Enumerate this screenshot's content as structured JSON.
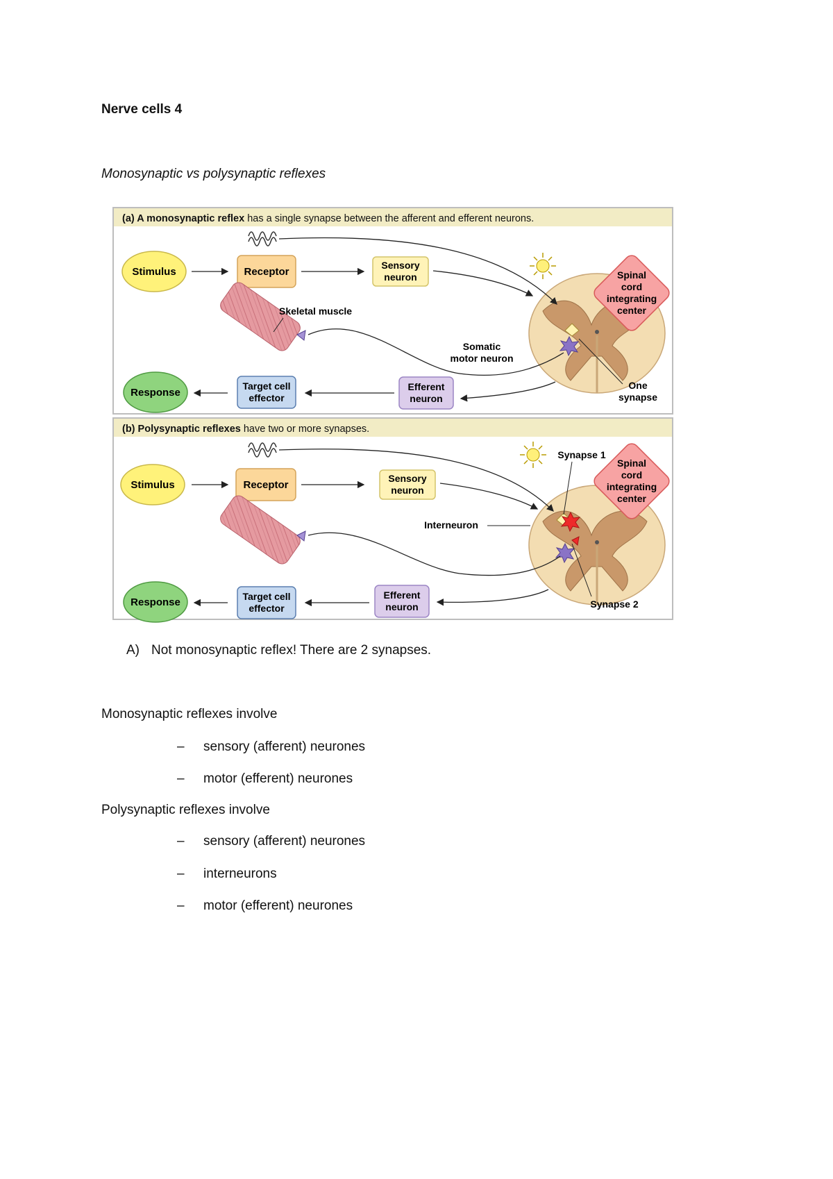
{
  "document": {
    "title": "Nerve cells 4",
    "subtitle": "Monosynaptic vs polysynaptic reflexes"
  },
  "figure": {
    "panel_a": {
      "heading_bold": "(a) A monosynaptic reflex",
      "heading_rest": " has a single synapse between the afferent and efferent neurons.",
      "stimulus": "Stimulus",
      "receptor": "Receptor",
      "sensory_line1": "Sensory",
      "sensory_line2": "neuron",
      "spinal_line1": "Spinal",
      "spinal_line2": "cord",
      "spinal_line3": "integrating",
      "spinal_line4": "center",
      "skeletal_muscle": "Skeletal muscle",
      "somatic_line1": "Somatic",
      "somatic_line2": "motor neuron",
      "response": "Response",
      "target_line1": "Target cell",
      "target_line2": "effector",
      "efferent_line1": "Efferent",
      "efferent_line2": "neuron",
      "one_synapse_line1": "One",
      "one_synapse_line2": "synapse"
    },
    "panel_b": {
      "heading_bold": "(b) Polysynaptic reflexes",
      "heading_rest": " have two or more synapses.",
      "stimulus": "Stimulus",
      "receptor": "Receptor",
      "sensory_line1": "Sensory",
      "sensory_line2": "neuron",
      "synapse1": "Synapse 1",
      "spinal_line1": "Spinal",
      "spinal_line2": "cord",
      "spinal_line3": "integrating",
      "spinal_line4": "center",
      "interneuron": "Interneuron",
      "response": "Response",
      "target_line1": "Target cell",
      "target_line2": "effector",
      "efferent_line1": "Efferent",
      "efferent_line2": "neuron",
      "synapse2": "Synapse 2"
    },
    "colors": {
      "stimulus": "#fff27a",
      "receptor": "#fcd79a",
      "sensory": "#fff3b8",
      "spinal_center": "#f7a3a3",
      "response": "#8fd47e",
      "target": "#c6d9f0",
      "efferent": "#dccdeb",
      "header_band": "#f2ecc5"
    }
  },
  "answer": {
    "marker": "A)",
    "text": "Not monosynaptic reflex! There are 2 synapses."
  },
  "mono": {
    "heading": "Monosynaptic reflexes involve",
    "items": [
      "sensory (afferent) neurones",
      "motor (efferent) neurones"
    ]
  },
  "poly": {
    "heading": "Polysynaptic reflexes involve",
    "items": [
      "sensory (afferent) neurones",
      "interneurons",
      "motor (efferent) neurones"
    ]
  },
  "dash": "–"
}
